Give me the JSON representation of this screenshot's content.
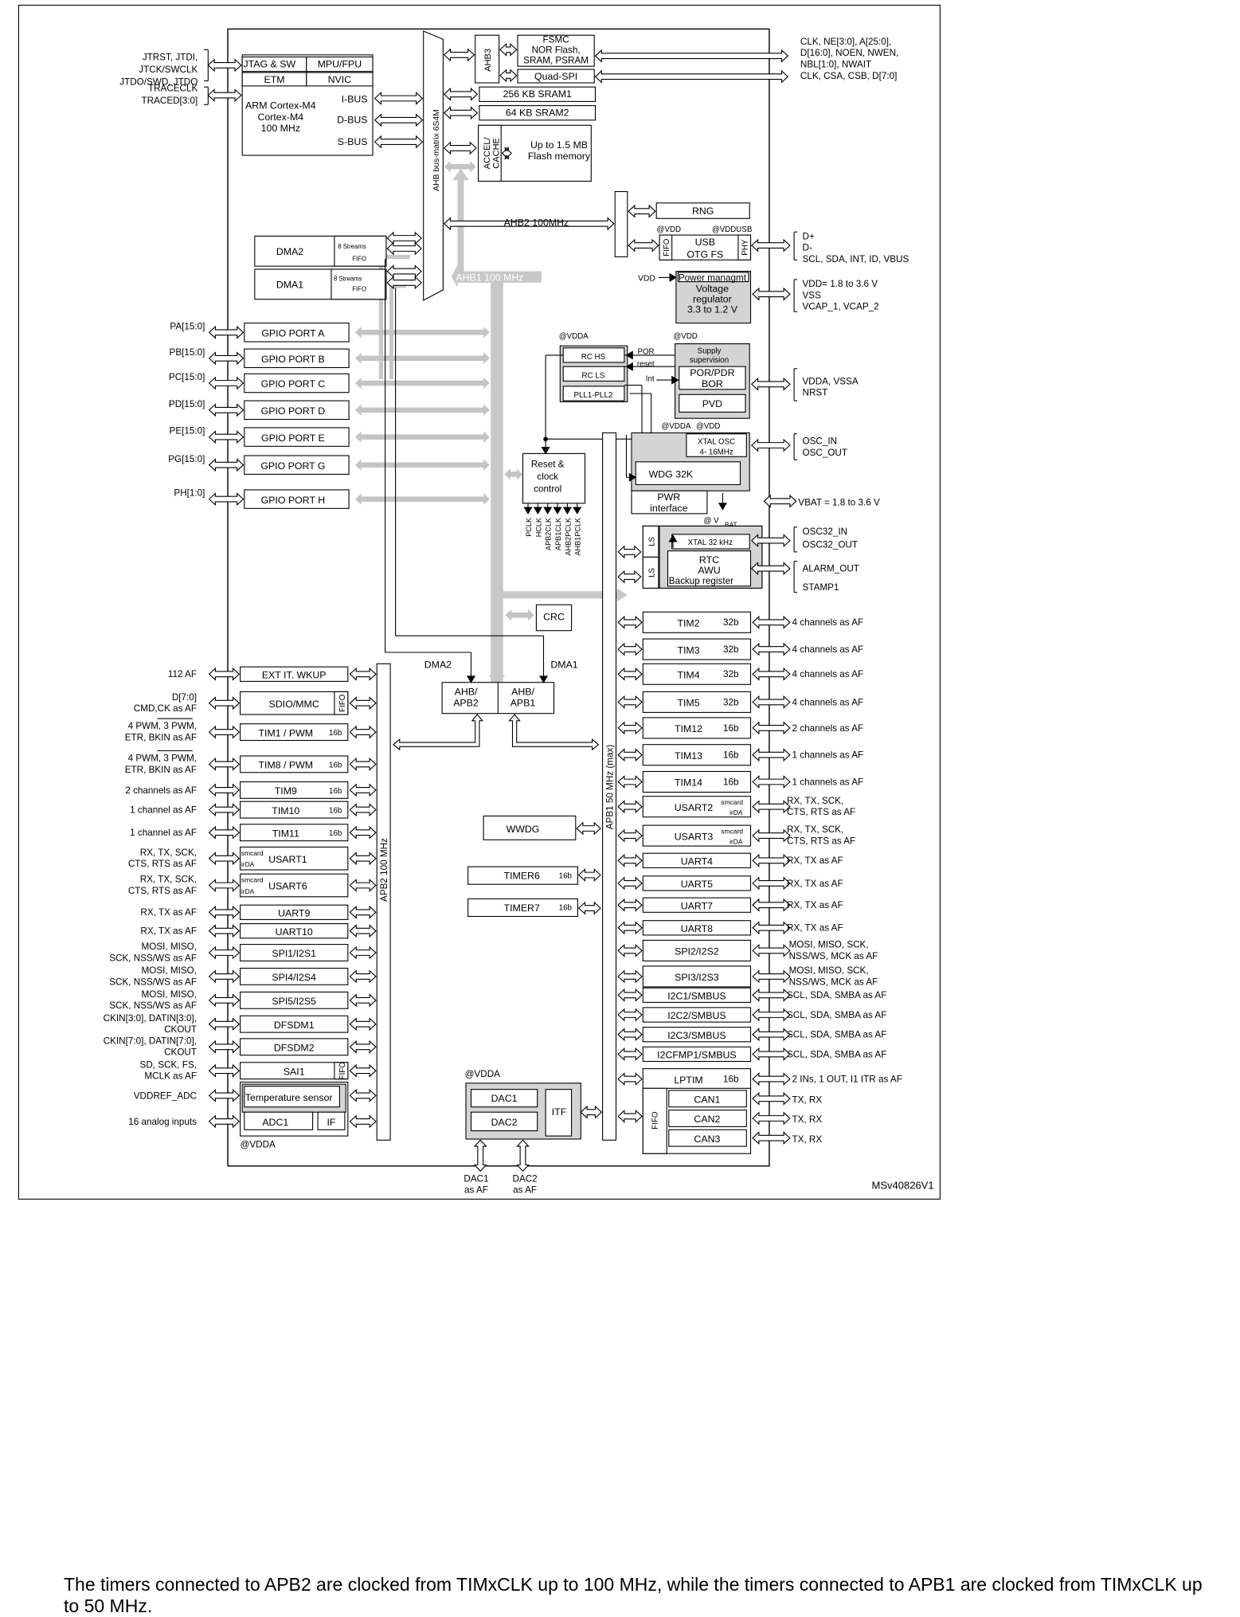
{
  "core": {
    "jtag": "JTAG & SW",
    "mpu": "MPU/FPU",
    "etm": "ETM",
    "nvic": "NVIC",
    "cpu_l1": "ARM Cortex-M4",
    "cpu_l2": "Cortex-M4",
    "cpu_l3": "100 MHz",
    "ibus": "I-BUS",
    "dbus": "D-BUS",
    "sbus": "S-BUS"
  },
  "jtag_pins": [
    "JTRST, JTDI,",
    "JTCK/SWCLK",
    "JTDO/SWD, JTDO",
    "TRACECLK",
    "TRACED[3:0]"
  ],
  "ahb_matrix": "AHB bus-matrix 6S4M",
  "ahb3": "AHB3",
  "fsmc": [
    "FSMC",
    "NOR Flash,",
    "SRAM, PSRAM"
  ],
  "quadspi": "Quad-SPI",
  "fsmc_pins": [
    "CLK, NE[3:0], A[25:0],",
    "D[16:0], NOEN, NWEN,",
    "NBL[1:0], NWAIT"
  ],
  "qspi_pins": "CLK, CSA, CSB, D[7:0]",
  "sram1": "256 KB SRAM1",
  "sram2": "64 KB SRAM2",
  "accel": [
    "ACCEL/",
    "CACHE"
  ],
  "flash": [
    "Up to 1.5 MB",
    "Flash memory"
  ],
  "ahb2": "AHB2 100MHz",
  "ahb1": "AHB1 100 MHz",
  "rng": "RNG",
  "usb": {
    "vdd": "@VDD",
    "vddusb": "@VDDUSB",
    "fifo": "FIFO",
    "name1": "USB",
    "name2": "OTG FS",
    "phy": "PHY",
    "pins": [
      "D+",
      "D-",
      "SCL, SDA, INT, ID, VBUS"
    ]
  },
  "dma2": "DMA2",
  "dma1": "DMA1",
  "streams": "8 Streams",
  "fifo": "FIFO",
  "power": {
    "vdd": "VDD",
    "title": "Power managmt",
    "l1": "Voltage",
    "l2": "regulator",
    "l3": "3.3 to 1.2 V",
    "pins": [
      "VDD= 1.8 to 3.6 V",
      "VSS",
      "VCAP_1, VCAP_2"
    ]
  },
  "gpio": [
    {
      "pin": "PA[15:0]",
      "label": "GPIO PORT A"
    },
    {
      "pin": "PB[15:0]",
      "label": "GPIO PORT B"
    },
    {
      "pin": "PC[15:0]",
      "label": "GPIO PORT C"
    },
    {
      "pin": "PD[15:0]",
      "label": "GPIO PORT D"
    },
    {
      "pin": "PE[15:0]",
      "label": "GPIO PORT E"
    },
    {
      "pin": "PG[15:0]",
      "label": "GPIO PORT G"
    },
    {
      "pin": "PH[1:0]",
      "label": "GPIO PORT H"
    }
  ],
  "clock": {
    "vdda": "@VDDA",
    "rc_hs": "RC  HS",
    "rc_ls": "RC  LS",
    "pll": "PLL1-PLL2",
    "reset": [
      "Reset &",
      "clock",
      "control"
    ],
    "clks": [
      "PCLK",
      "HCLK",
      "APB2CLK",
      "APB1CLK",
      "AHB2PCLK",
      "AHB1PCLK"
    ]
  },
  "supply": {
    "vdd": "@VDD",
    "title1": "Supply",
    "title2": "supervision",
    "por": "POR",
    "reset": "reset",
    "int": "Int",
    "porpdr1": "POR/PDR",
    "porpdr2": "BOR",
    "pvd": "PVD",
    "pins": [
      "VDDA, VSSA",
      "NRST"
    ]
  },
  "osc": {
    "vdda": "@VDDA",
    "vdd": "@VDD",
    "xtal1": "XTAL OSC",
    "xtal2": "4- 16MHz",
    "wdg": "WDG 32K",
    "pwr1": "PWR",
    "pwr2": "interface",
    "pins": [
      "OSC_IN",
      "OSC_OUT"
    ]
  },
  "vbat": {
    "label": "VBAT = 1.8 to 3.6 V",
    "at": "@ V",
    "sub": "BAT"
  },
  "rtc": {
    "ls": "LS",
    "xtal": "XTAL 32 kHz",
    "l1": "RTC",
    "l2": "AWU",
    "l3": "Backup register",
    "pins": [
      "OSC32_IN",
      "OSC32_OUT",
      "ALARM_OUT",
      "STAMP1"
    ]
  },
  "crc": "CRC",
  "apb1_timers": [
    {
      "name": "TIM2",
      "bits": "32b",
      "af": "4 channels as AF"
    },
    {
      "name": "TIM3",
      "bits": "32b",
      "af": "4 channels as AF"
    },
    {
      "name": "TIM4",
      "bits": "32b",
      "af": "4 channels as AF"
    },
    {
      "name": "TIM5",
      "bits": "32b",
      "af": "4 channels as AF"
    },
    {
      "name": "TIM12",
      "bits": "16b",
      "af": "2 channels as AF"
    },
    {
      "name": "TIM13",
      "bits": "16b",
      "af": "1 channels as AF"
    },
    {
      "name": "TIM14",
      "bits": "16b",
      "af": "1 channels as AF"
    }
  ],
  "apb1_usart": [
    {
      "name": "USART2",
      "af1": "RX, TX, SCK,",
      "af2": "CTS, RTS as AF"
    },
    {
      "name": "USART3",
      "af1": "RX, TX, SCK,",
      "af2": "CTS, RTS as AF"
    }
  ],
  "smcard": "smcard",
  "irda": "irDA",
  "apb1_uart": [
    {
      "name": "UART4",
      "af": "RX, TX as AF"
    },
    {
      "name": "UART5",
      "af": "RX, TX as AF"
    },
    {
      "name": "UART7",
      "af": "RX, TX as AF"
    },
    {
      "name": "UART8",
      "af": "RX, TX as AF"
    }
  ],
  "apb1_spi": [
    {
      "name": "SPI2/I2S2",
      "af1": "MOSI, MISO, SCK,",
      "af2": "NSS/WS, MCK as AF"
    },
    {
      "name": "SPI3/I2S3",
      "af1": "MOSI, MISO, SCK,",
      "af2": "NSS/WS, MCK as AF"
    }
  ],
  "apb1_i2c": [
    {
      "name": "I2C1/SMBUS",
      "af": "SCL, SDA, SMBA as AF"
    },
    {
      "name": "I2C2/SMBUS",
      "af": "SCL, SDA, SMBA as AF"
    },
    {
      "name": "I2C3/SMBUS",
      "af": "SCL, SDA, SMBA as AF"
    },
    {
      "name": "I2CFMP1/SMBUS",
      "af": "SCL, SDA, SMBA as AF"
    }
  ],
  "lptim": {
    "name": "LPTIM",
    "bits": "16b",
    "af": "2 INs, 1 OUT, I1 ITR as AF"
  },
  "can": {
    "fifo": "FIFO",
    "items": [
      "CAN1",
      "CAN2",
      "CAN3"
    ],
    "af": "TX, RX"
  },
  "apb1_bus": "APB1 50  MHz (max)",
  "apb2_bus": "APB2 100 MHz",
  "bridge": {
    "dma2": "DMA2",
    "dma1": "DMA1",
    "ahb_apb2": [
      "AHB/",
      "APB2"
    ],
    "ahb_apb1": [
      "AHB/",
      "APB1"
    ]
  },
  "wwdg": "WWDG",
  "timer6": {
    "name": "TIMER6",
    "bits": "16b"
  },
  "timer7": {
    "name": "TIMER7",
    "bits": "16b"
  },
  "dac": {
    "vdda": "@VDDA",
    "dac1": "DAC1",
    "dac2": "DAC2",
    "itf": "ITF",
    "pin1": [
      "DAC1",
      "as AF"
    ],
    "pin2": [
      "DAC2",
      "as AF"
    ]
  },
  "apb2_periph": [
    {
      "name": "EXT IT. WKUP",
      "af": [
        "112 AF"
      ]
    },
    {
      "name": "SDIO/MMC",
      "af": [
        "D[7:0]",
        "CMD,CK as AF"
      ]
    },
    {
      "name": "TIM1 / PWM",
      "bits": "16b",
      "af": [
        "4 PWM, 3 PWM,",
        "ETR, BKIN as AF"
      ]
    },
    {
      "name": "TIM8 / PWM",
      "bits": "16b",
      "af": [
        "4 PWM, 3 PWM,",
        "ETR, BKIN as AF"
      ]
    },
    {
      "name": "TIM9",
      "bits": "16b",
      "af": [
        "2 channels as AF"
      ]
    },
    {
      "name": "TIM10",
      "bits": "16b",
      "af": [
        "1 channel as AF"
      ]
    },
    {
      "name": "TIM11",
      "bits": "16b",
      "af": [
        "1 channel as AF"
      ]
    },
    {
      "name": "USART1",
      "af": [
        "RX, TX, SCK,",
        "CTS, RTS as AF"
      ]
    },
    {
      "name": "USART6",
      "af": [
        "RX, TX, SCK,",
        "CTS, RTS as AF"
      ]
    },
    {
      "name": "UART9",
      "af": [
        "RX, TX as AF"
      ]
    },
    {
      "name": "UART10",
      "af": [
        "RX, TX as AF"
      ]
    },
    {
      "name": "SPI1/I2S1",
      "af": [
        "MOSI, MISO,",
        "SCK, NSS/WS as AF"
      ]
    },
    {
      "name": "SPI4/I2S4",
      "af": [
        "MOSI, MISO,",
        "SCK, NSS/WS as AF"
      ]
    },
    {
      "name": "SPI5/I2S5",
      "af": [
        "MOSI, MISO,",
        "SCK, NSS/WS as AF"
      ]
    },
    {
      "name": "DFSDM1",
      "af": [
        "CKIN[3:0], DATIN[3:0],",
        "CKOUT"
      ]
    },
    {
      "name": "DFSDM2",
      "af": [
        "CKIN[7:0], DATIN[7:0],",
        "CKOUT"
      ]
    },
    {
      "name": "SAI1",
      "af": [
        "SD, SCK, FS,",
        "MCLK as AF"
      ]
    }
  ],
  "adc": {
    "temp": "Temperature sensor",
    "adc1": "ADC1",
    "if": "IF",
    "vdda": "@VDDA",
    "pins": [
      "VDDREF_ADC",
      "16 analog inputs"
    ]
  },
  "ref": "MSv40826V1",
  "caption": "The timers connected to APB2 are clocked from TIMxCLK up to 100 MHz, while the timers connected to APB1 are clocked from TIMxCLK up to 50 MHz."
}
